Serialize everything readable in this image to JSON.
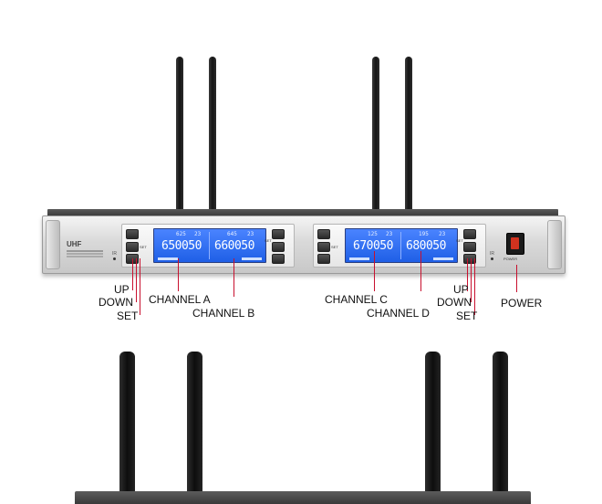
{
  "receiver": {
    "brand": "UHF",
    "ir_label": "IR",
    "power_label": "POWER",
    "panel_keys": {
      "set": "SET"
    },
    "displays": [
      {
        "id": "A",
        "top": "625",
        "top_right": "23",
        "freq": "650050"
      },
      {
        "id": "B",
        "top": "645",
        "top_right": "23",
        "freq": "660050"
      },
      {
        "id": "C",
        "top": "125",
        "top_right": "23",
        "freq": "670050"
      },
      {
        "id": "D",
        "top": "195",
        "top_right": "23",
        "freq": "680050"
      }
    ]
  },
  "callouts": {
    "left_up": "UP",
    "left_down": "DOWN",
    "left_set": "SET",
    "channel_a": "CHANNEL A",
    "channel_b": "CHANNEL B",
    "channel_c": "CHANNEL C",
    "channel_d": "CHANNEL D",
    "right_up": "UP",
    "right_down": "DOWN",
    "right_set": "SET",
    "power": "POWER"
  },
  "colors": {
    "callout_line": "#c8102e",
    "lcd_blue": "#2f6cf5",
    "power_rocker": "#d0321f"
  }
}
